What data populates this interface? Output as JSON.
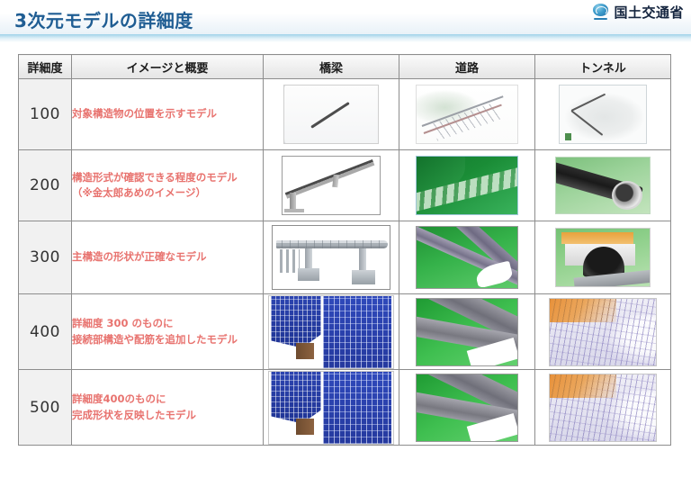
{
  "header": {
    "title": "3次元モデルの詳細度",
    "ministry_logo_label": "国土交通省",
    "accent_color": "#1f5d93",
    "rule_color": "#9fd2ea"
  },
  "table": {
    "columns": [
      {
        "key": "level",
        "label": "詳細度"
      },
      {
        "key": "summary",
        "label": "イメージと概要"
      },
      {
        "key": "bridge",
        "label": "橋梁"
      },
      {
        "key": "road",
        "label": "道路"
      },
      {
        "key": "tunnel",
        "label": "トンネル"
      }
    ],
    "description_color": "#e8736f",
    "rows": [
      {
        "level": "100",
        "summary_line1": "対象構造物の位置を示すモデル",
        "summary_line2": "",
        "bridge_image": "aerial-survey-grayscale-thumbnail",
        "road_image": "faint-terrain-alignment-thumbnail",
        "tunnel_image": "grayscale-mountain-centerline-thumbnail"
      },
      {
        "level": "200",
        "summary_line1": "構造形式が確認できる程度のモデル",
        "summary_line2": "（※金太郎あめのイメージ）",
        "bridge_image": "gray-girder-bridge-thumbnail",
        "road_image": "green-terrain-road-strip-thumbnail",
        "tunnel_image": "dark-tunnel-tube-on-green-thumbnail"
      },
      {
        "level": "300",
        "summary_line1": "主構造の形状が正確なモデル",
        "summary_line2": "",
        "bridge_image": "detailed-girder-bridge-with-piers-thumbnail",
        "road_image": "green-terrain-interchange-thumbnail",
        "tunnel_image": "tunnel-portal-with-orange-slope-thumbnail"
      },
      {
        "level": "400",
        "summary_line1": "詳細度 300 のものに",
        "summary_line2": "接続部構造や配筋を追加したモデル",
        "bridge_image": "blue-rebar-mesh-pier-thumbnail",
        "road_image": "green-terrain-road-closeup-thumbnail",
        "tunnel_image": "tunnel-rebar-lining-thumbnail"
      },
      {
        "level": "500",
        "summary_line1": "詳細度400のものに",
        "summary_line2": "完成形状を反映したモデル",
        "bridge_image": "blue-rebar-mesh-pier-thumbnail",
        "road_image": "green-terrain-road-closeup-thumbnail",
        "tunnel_image": "tunnel-rebar-lining-thumbnail"
      }
    ]
  }
}
